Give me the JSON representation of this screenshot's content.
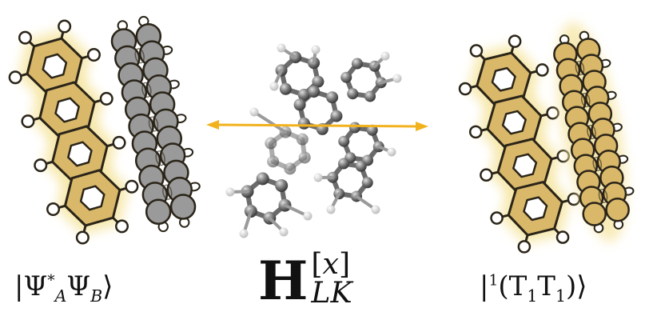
{
  "labels": {
    "left": "|Ψ*AΨB⟩",
    "center": "H[x]LK",
    "right": "|¹(T₁T₁)⟩"
  },
  "colors": {
    "gold": "#d9b86a",
    "gold_edge": "#2a2418",
    "gold_glow": "#f6e7a8",
    "gray": "#9a9a9a",
    "gray_dark": "#5a5a5a",
    "hydrogen": "#ffffff",
    "arrow": "#f2b21e"
  }
}
